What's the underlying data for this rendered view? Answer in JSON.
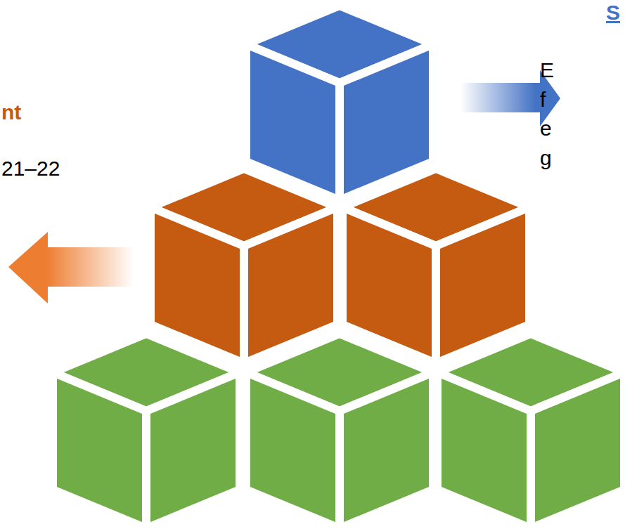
{
  "diagram": {
    "labels": [
      "S",
      "nt",
      "E",
      "f",
      "e",
      "21–22",
      "g"
    ]
  }
}
